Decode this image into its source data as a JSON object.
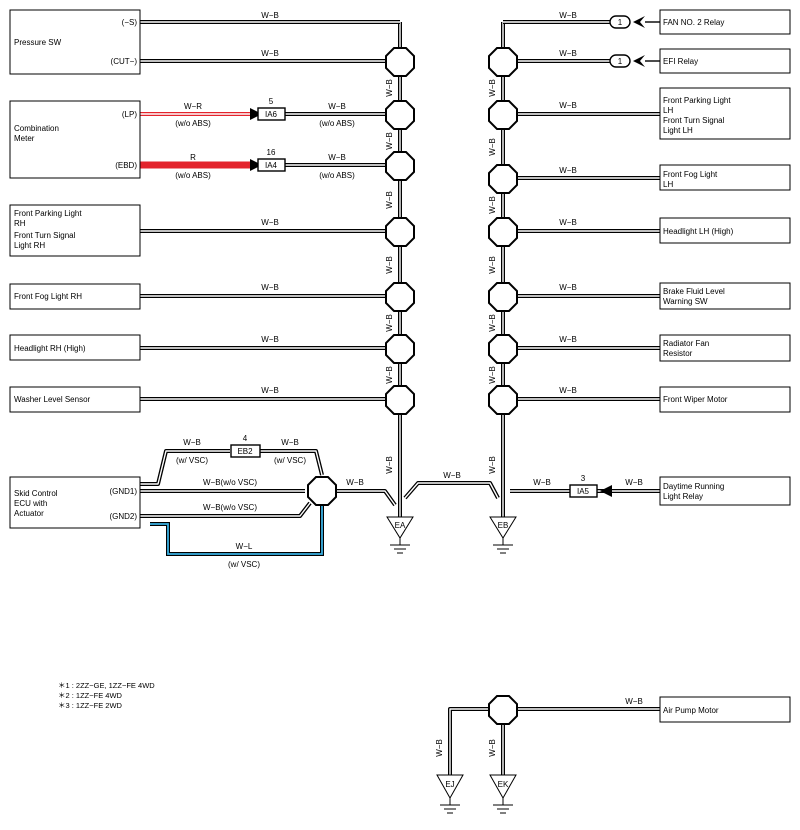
{
  "colors": {
    "wire": "#000000",
    "red": "#e3232c",
    "blue": "#3ab0e2",
    "white": "#ffffff"
  },
  "left_components": {
    "pressure_sw": {
      "label": "Pressure SW",
      "pin_s": "(−S)",
      "pin_cut": "(CUT−)"
    },
    "combination_meter": {
      "label1": "Combination",
      "label2": "Meter",
      "pin_lp": "(LP)",
      "pin_ebd": "(EBD)"
    },
    "front_parking_rh": {
      "l1": "Front Parking Light",
      "l2": "RH",
      "l3": "Front Turn Signal",
      "l4": "Light RH"
    },
    "front_fog_rh": "Front Fog Light RH",
    "headlight_rh": "Headlight RH (High)",
    "washer_sensor": "Washer Level Sensor",
    "skid_control": {
      "l1": "Skid Control",
      "l2": "ECU with",
      "l3": "Actuator",
      "pin_gnd1": "(GND1)",
      "pin_gnd2": "(GND2)"
    }
  },
  "right_components": {
    "fan2_relay": "FAN NO. 2 Relay",
    "efi_relay": "EFI Relay",
    "front_parking_lh": {
      "l1": "Front Parking Light",
      "l2": "LH",
      "l3": "Front Turn Signal",
      "l4": "Light LH"
    },
    "front_fog_lh": {
      "l1": "Front Fog Light",
      "l2": "LH"
    },
    "headlight_lh": "Headlight LH (High)",
    "brake_fluid": {
      "l1": "Brake Fluid Level",
      "l2": "Warning SW"
    },
    "radiator_fan": {
      "l1": "Radiator Fan",
      "l2": "Resistor"
    },
    "front_wiper": "Front Wiper Motor",
    "drl_relay": {
      "l1": "Daytime Running",
      "l2": "Light Relay"
    },
    "air_pump": "Air Pump Motor"
  },
  "wires": {
    "wb": "W−B",
    "wr": "W−R",
    "r": "R",
    "wl": "W−L",
    "wo_abs": "(w/o ABS)",
    "w_vsc": "(w/ VSC)",
    "wb_wo_vsc": "W−B(w/o VSC)"
  },
  "connectors": {
    "ia6": {
      "name": "IA6",
      "pin": "5"
    },
    "ia4": {
      "name": "IA4",
      "pin": "16"
    },
    "eb2": {
      "name": "EB2",
      "pin": "4"
    },
    "ia5": {
      "name": "IA5",
      "pin": "3"
    }
  },
  "markers": {
    "fan": "1",
    "efi": "1"
  },
  "grounds": {
    "ea": "EA",
    "eb": "EB",
    "ej": "EJ",
    "ek": "EK"
  },
  "notes": [
    "＊1 : 2ZZ−GE,  1ZZ−FE 4WD",
    "＊2 : 1ZZ−FE 4WD",
    "＊3 : 1ZZ−FE 2WD"
  ]
}
